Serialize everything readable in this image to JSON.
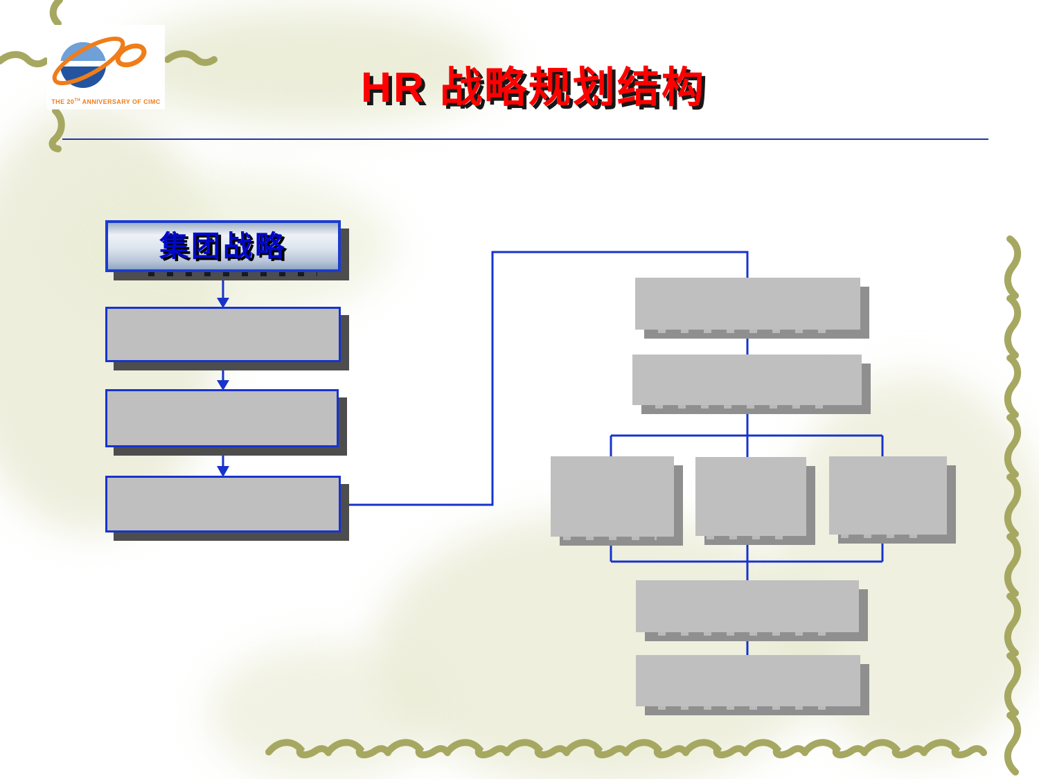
{
  "slide": {
    "title": "HR 战略规划结构"
  },
  "logo": {
    "caption_prefix": "THE 20",
    "caption_sup": "TH",
    "caption_suffix": " ANNIVERSARY OF CIMC"
  },
  "flowchart": {
    "left_column": [
      {
        "name": "group-strategy",
        "label": "集团战略"
      },
      {
        "name": "left-box-2",
        "label": ""
      },
      {
        "name": "left-box-3",
        "label": ""
      },
      {
        "name": "left-box-4",
        "label": ""
      }
    ],
    "right_column": [
      {
        "name": "right-box-1",
        "label": ""
      },
      {
        "name": "right-box-2",
        "label": ""
      },
      {
        "name": "mid-box-1",
        "label": ""
      },
      {
        "name": "mid-box-2",
        "label": ""
      },
      {
        "name": "mid-box-3",
        "label": ""
      },
      {
        "name": "bottom-box-1",
        "label": ""
      },
      {
        "name": "bottom-box-2",
        "label": ""
      }
    ]
  },
  "colors": {
    "title_red": "#ff0000",
    "label_blue": "#0008c8",
    "connector_blue": "#1733cc",
    "box_gray": "#bfbfbf",
    "shadow_dark": "#4d4d4d",
    "shadow_light": "#8f8f8f",
    "olive_decoration": "#a6a861",
    "divider_blue": "#2233aa"
  }
}
